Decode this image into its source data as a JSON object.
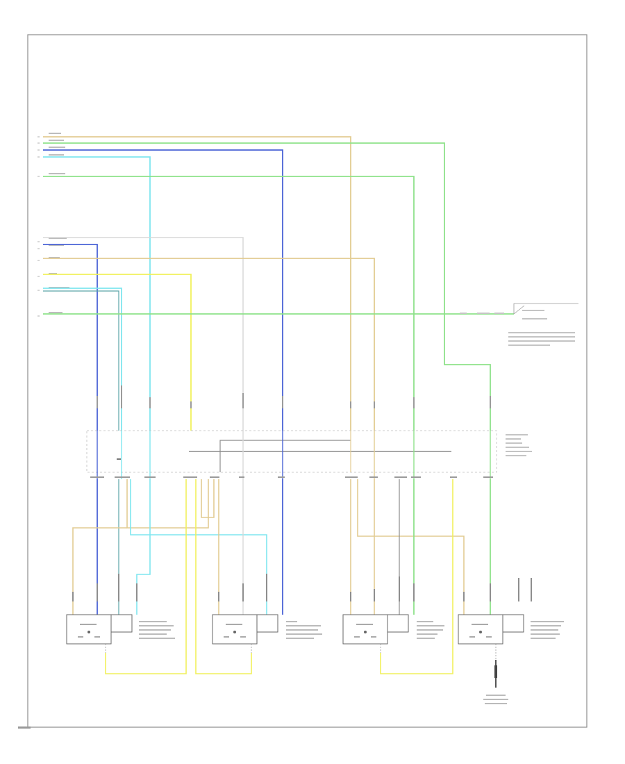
{
  "diagram": {
    "sheet_ref": "",
    "line_colors": {
      "tan": "#e2cc92",
      "green": "#8ee28a",
      "blue": "#4a63d6",
      "cyan": "#7fe6ef",
      "white": "#d8d8d8",
      "yellow": "#f1f05b",
      "grey": "#8c8c8c",
      "black": "#555555"
    },
    "wires": [
      {
        "id": "w1",
        "color": "tan",
        "label": ""
      },
      {
        "id": "w2",
        "color": "green",
        "label": ""
      },
      {
        "id": "w3",
        "color": "blue",
        "label": ""
      },
      {
        "id": "w4",
        "color": "cyan",
        "label": ""
      },
      {
        "id": "w5",
        "color": "green",
        "label": ""
      },
      {
        "id": "w6",
        "color": "white",
        "label": ""
      },
      {
        "id": "w7",
        "color": "blue",
        "label": ""
      },
      {
        "id": "w8",
        "color": "tan",
        "label": ""
      },
      {
        "id": "w9",
        "color": "yellow",
        "label": ""
      },
      {
        "id": "w10",
        "color": "cyan",
        "label": ""
      },
      {
        "id": "w11",
        "color": "green",
        "label": ""
      }
    ],
    "components": [
      {
        "id": "c1",
        "label": ""
      },
      {
        "id": "c2",
        "label": ""
      },
      {
        "id": "c3",
        "label": ""
      },
      {
        "id": "c4",
        "label": ""
      },
      {
        "id": "junction_block",
        "label": ""
      },
      {
        "id": "ground",
        "label": ""
      }
    ]
  }
}
